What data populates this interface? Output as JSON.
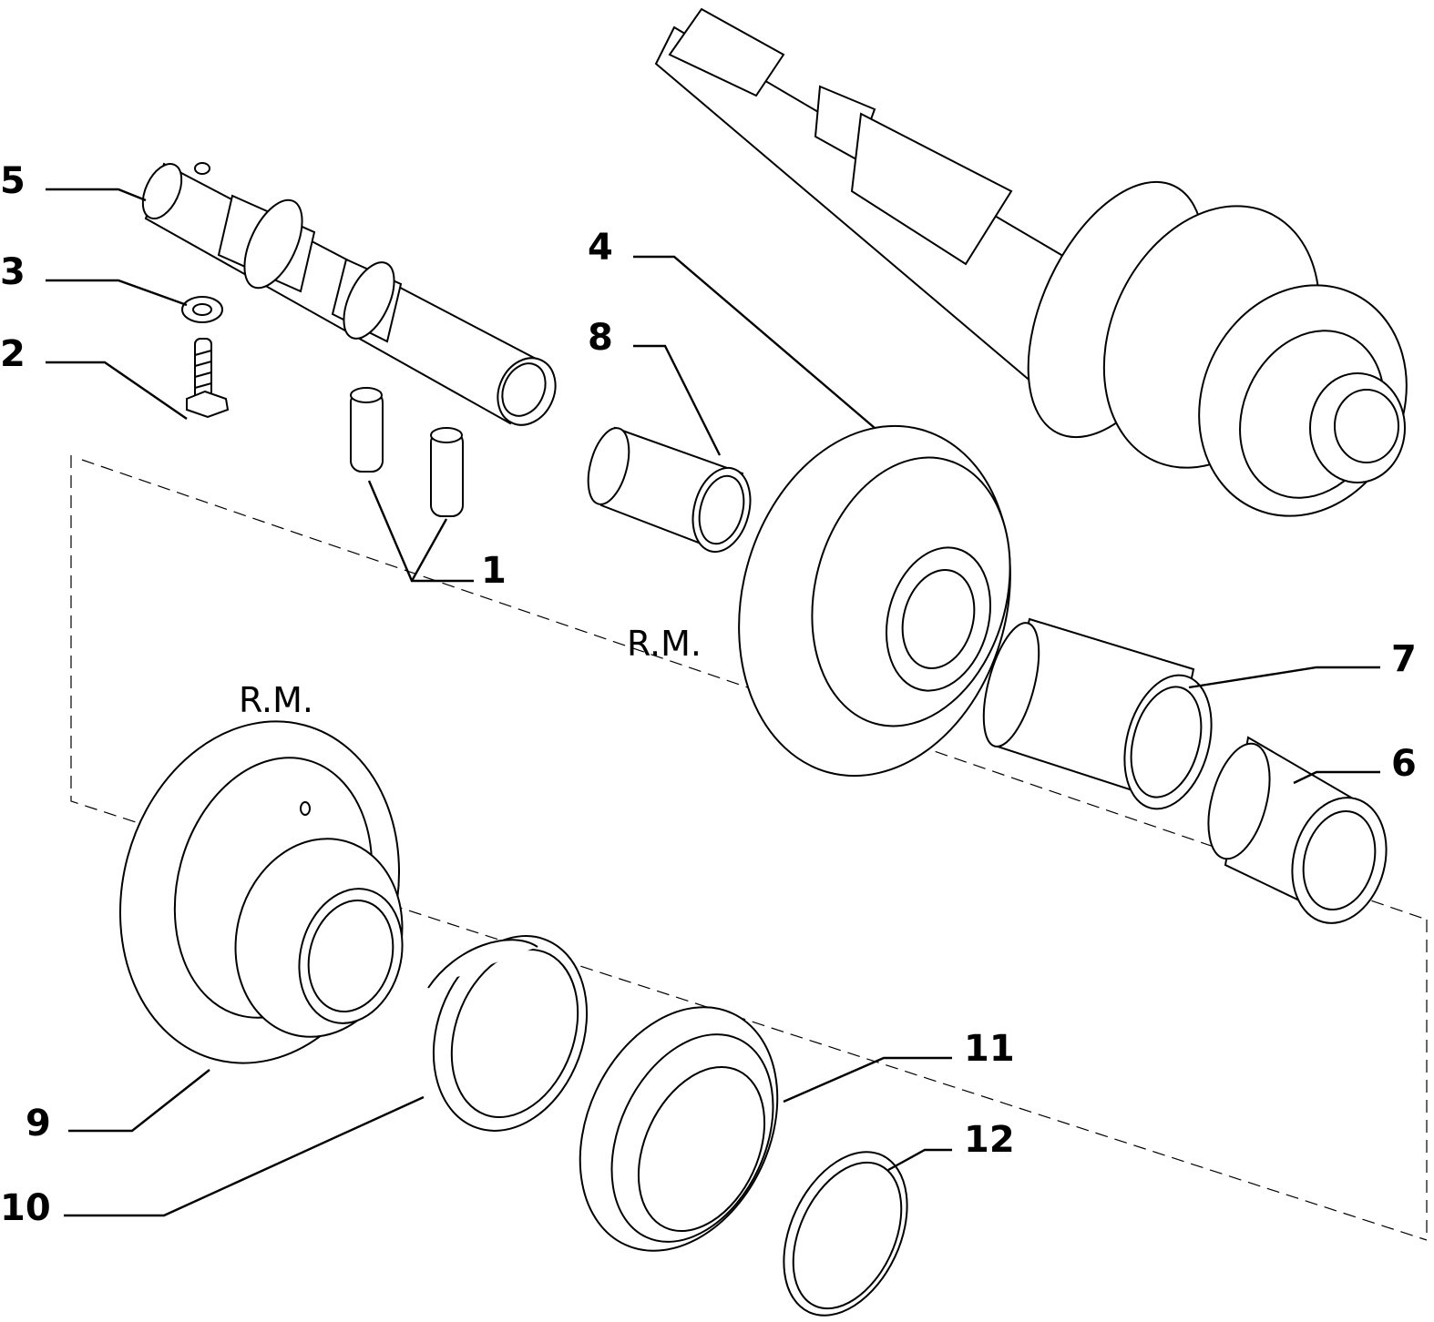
{
  "callouts": {
    "c1": "1",
    "c2": "2",
    "c3": "3",
    "c4": "4",
    "c5": "5",
    "c6": "6",
    "c7": "7",
    "c8": "8",
    "c9": "9",
    "c10": "10",
    "c11": "11",
    "c12": "12"
  },
  "notes": {
    "rm_gear4": "R.M.",
    "rm_gear9": "R.M."
  }
}
